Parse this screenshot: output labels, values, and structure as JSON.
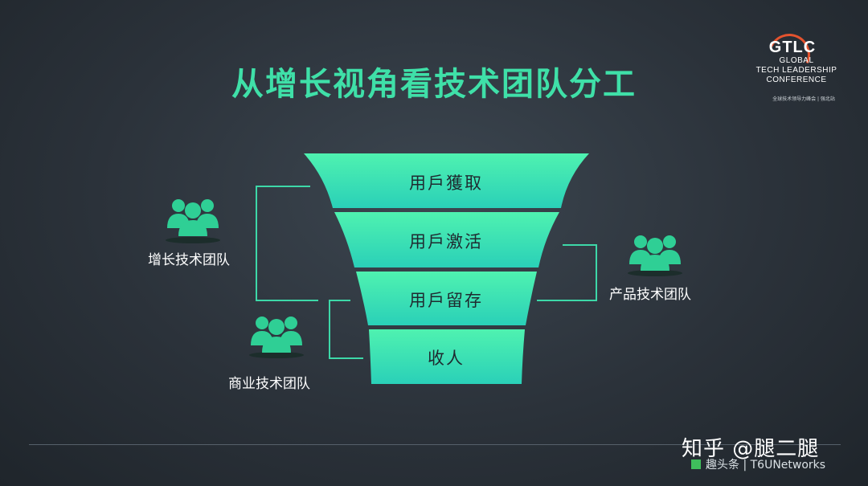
{
  "title": "从增长视角看技术团队分工",
  "logo": {
    "main": "GTLC",
    "line1": "GLOBAL",
    "line2": "TECH LEADERSHIP",
    "line3": "CONFERENCE",
    "sub": "全球技术领导力峰会 | 强北站"
  },
  "funnel": {
    "stages": [
      "用戶獲取",
      "用戶激活",
      "用戶留存",
      "收人"
    ]
  },
  "teams": {
    "growth": "增长技术团队",
    "product": "产品技术团队",
    "business": "商业技术团队"
  },
  "colors": {
    "title": "#3fe0a8",
    "funnel_top": "#4ff2b0",
    "funnel_bottom": "#2fd2b6",
    "bracket": "#3dd8a8",
    "people": "#2fcf95"
  },
  "watermark": "知乎 @腿二腿",
  "sponsor": "趣头条 | T6UNetworks"
}
